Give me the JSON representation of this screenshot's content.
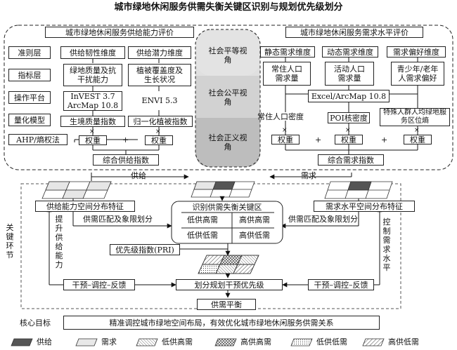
{
  "title": "城市绿地休闲服务供需失衡关键区识别与规划优先级划分",
  "supply": {
    "header": "城市绿地休闲服务供给能力评价",
    "rows": {
      "criteria": "准则层",
      "indicator": "指标层",
      "platform": "操作平台",
      "model": "量化模型"
    },
    "dim1": {
      "title": "供给韧性维度",
      "indicator": "绿地质量及抗干扰能力",
      "platform_line1": "InVEST 3.7",
      "platform_line2": "ArcMap 10.8",
      "model": "生境质量指数"
    },
    "dim2": {
      "title": "供给潜力维度",
      "indicator": "植被覆盖度及生长状况",
      "platform": "ENVI 5.3",
      "model": "归一化植被指数"
    },
    "ahp": "AHP/熵权法",
    "weight": "权重",
    "times": "×",
    "plus": "+",
    "composite": "综合供给指数"
  },
  "center": {
    "equality": "社会平等视角",
    "fairness": "社会公平视角",
    "justice": "社会正义视角"
  },
  "demand": {
    "header": "城市绿地休闲服务需求水平评价",
    "dim1": {
      "title": "静态需求维度",
      "indicator": "常住人口需求量"
    },
    "dim2": {
      "title": "动态需求维度",
      "indicator": "活动人口需求量"
    },
    "dim3": {
      "title": "需求偏好维度",
      "indicator": "青少年/老年人需求偏好"
    },
    "platform": "Excel/ArcMap 10.8",
    "m1": "常住人口密度",
    "m2": "POI核密度",
    "m3": "特殊人群人均绿地服务区位熵",
    "weight": "权重",
    "times": "×",
    "plus": "+",
    "composite": "综合需求指数"
  },
  "key": {
    "side_label": "关键环节",
    "supply_arrow": "供给",
    "demand_arrow": "需求",
    "supply_dist": "供给能力空间分布特征",
    "demand_dist": "需求水平空间分布特征",
    "center_title": "识别供需失衡关键区",
    "q1": "低供高需",
    "q2": "高供高需",
    "q3": "低供低需",
    "q4": "高供低需",
    "match_left": "供需匹配及象限划分",
    "match_right": "供需匹配及象限划分",
    "raise_supply": "提升供给能力",
    "control_demand": "控制需求水平",
    "pri": "优先级指数(PRI)",
    "intervene_left": "干预–调控–反馈",
    "intervene_right": "干预–调控–反馈",
    "plan": "划分规划干预优先级",
    "balance": "供需平衡"
  },
  "goal": {
    "label": "核心目标",
    "text": "精准调控城市绿地空间布局，有效优化城市绿地休闲服务供需关系"
  },
  "legend": [
    "供给",
    "需求",
    "低供高需",
    "高供高需",
    "低供低需",
    "高供低需"
  ]
}
